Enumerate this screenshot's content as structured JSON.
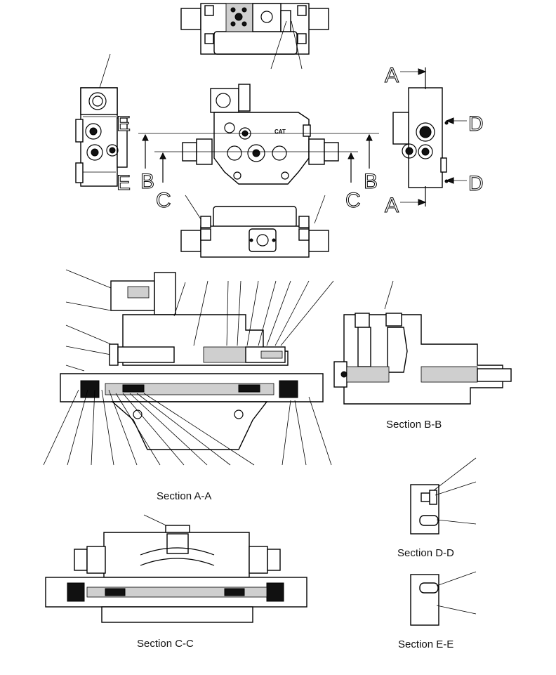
{
  "drawing": {
    "section_labels": {
      "aa": "Section A-A",
      "bb": "Section B-B",
      "cc": "Section C-C",
      "dd": "Section D-D",
      "ee": "Section E-E"
    },
    "cut_letters": {
      "a": "A",
      "b": "B",
      "c": "C",
      "d": "D",
      "e": "E"
    },
    "stamp": "CAT"
  }
}
